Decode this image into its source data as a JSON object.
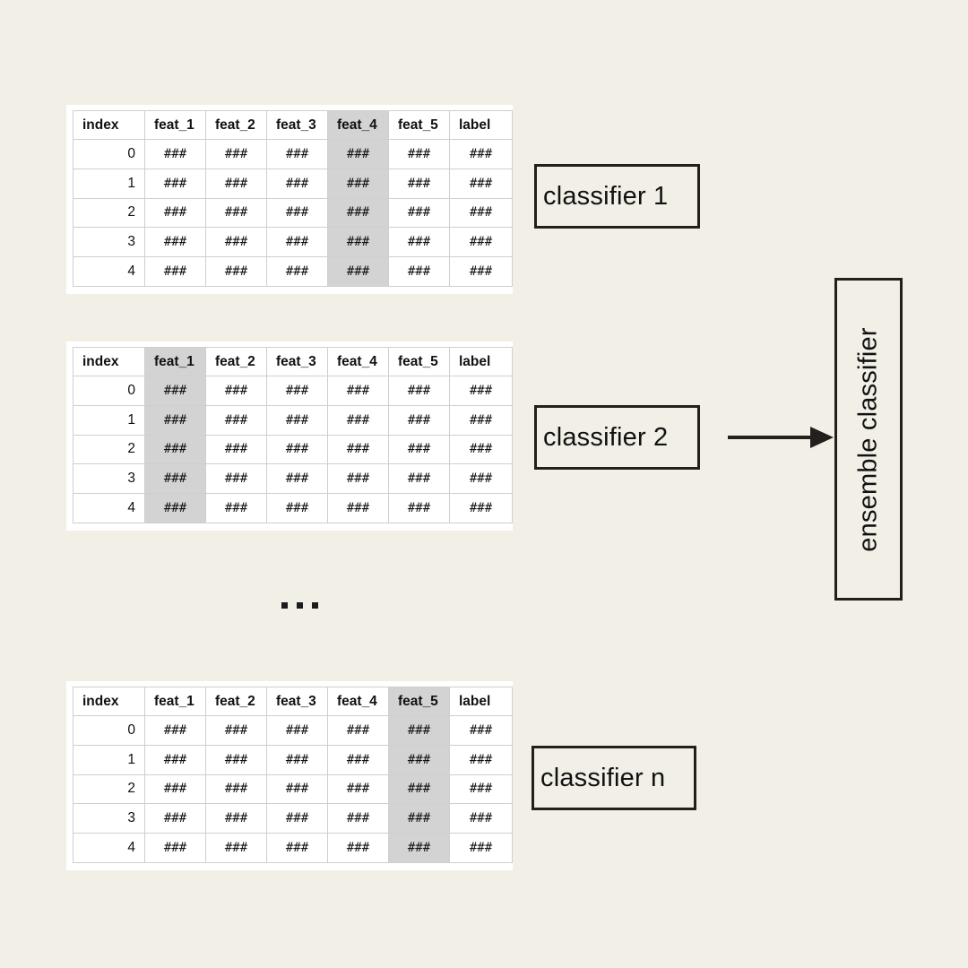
{
  "background_color": "#f2f0e6",
  "highlight_color": "#d3d3d3",
  "box_border_color": "#221f1c",
  "diagram": {
    "columns": [
      "index",
      "feat_1",
      "feat_2",
      "feat_3",
      "feat_4",
      "feat_5",
      "label"
    ],
    "cell_placeholder": "###",
    "row_indices": [
      "0",
      "1",
      "2",
      "3",
      "4"
    ],
    "tables": [
      {
        "id": "table-1",
        "highlight_column": "feat_4",
        "highlight_index": 4
      },
      {
        "id": "table-2",
        "highlight_column": "feat_1",
        "highlight_index": 1
      },
      {
        "id": "table-3",
        "highlight_column": "feat_5",
        "highlight_index": 5
      }
    ],
    "classifiers": [
      {
        "id": "classifier-1",
        "label": "classifier 1"
      },
      {
        "id": "classifier-2",
        "label": "classifier 2"
      },
      {
        "id": "classifier-n",
        "label": "classifier n"
      }
    ],
    "ensemble": {
      "label": "ensemble classifier",
      "orientation": "vertical-bottom-to-top"
    },
    "ellipsis": {
      "glyph": "...",
      "dot_count": 3
    },
    "arrow": {
      "direction": "right",
      "from": "classifier-2",
      "to": "ensemble-classifier"
    }
  }
}
